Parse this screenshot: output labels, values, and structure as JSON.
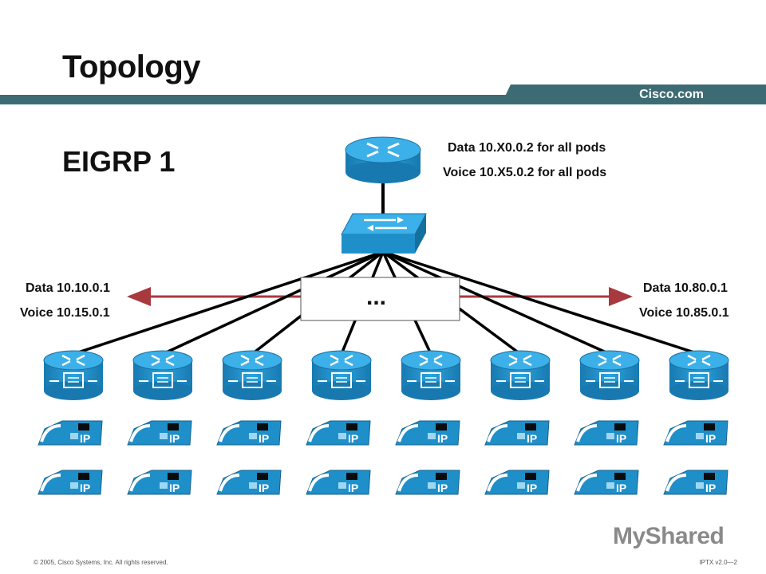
{
  "slide": {
    "title": "Topology",
    "brand": "Cisco.com",
    "heading": "EIGRP 1",
    "ellipsis": "...",
    "watermark": "MyShared"
  },
  "top_labels": {
    "data": "Data 10.X0.0.2 for all pods",
    "voice": "Voice 10.X5.0.2 for all pods"
  },
  "left_labels": {
    "data": "Data 10.10.0.1",
    "voice": "Voice 10.15.0.1"
  },
  "right_labels": {
    "data": "Data 10.80.0.1",
    "voice": "Voice 10.85.0.1"
  },
  "phone_label": "IP",
  "pods": 8,
  "colors": {
    "band": "#3d6b73",
    "device": "#1f8fc9",
    "arrow": "#a8393f",
    "link": "#000000"
  },
  "footer": {
    "copyright": "© 2005, Cisco Systems, Inc. All rights reserved.",
    "page": "IPTX v2.0—2"
  }
}
